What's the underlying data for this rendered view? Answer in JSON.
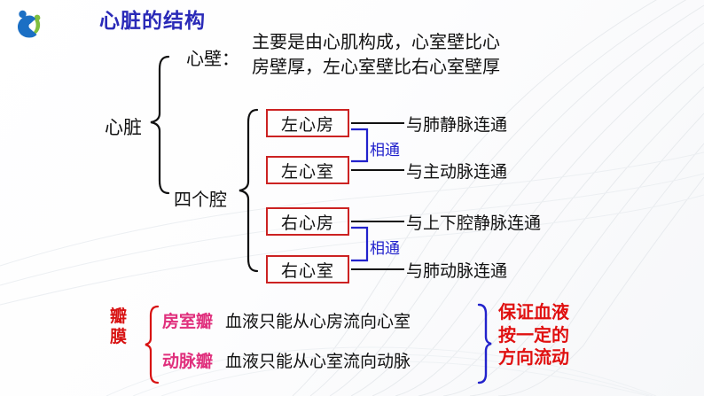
{
  "slide": {
    "title": "心脏的结构",
    "title_color": "#2a2ab8",
    "logo_name": "brand-logo"
  },
  "heart": {
    "root_label": "心脏",
    "wall": {
      "label": "心壁：",
      "description": "主要是由心肌构成，心室壁比心\n房壁厚，左心室壁比右心室壁厚"
    },
    "cavities": {
      "label": "四个腔",
      "chambers": [
        {
          "name": "左心房",
          "connection": "与肺静脉连通"
        },
        {
          "name": "左心室",
          "connection": "与主动脉连通"
        },
        {
          "name": "右心房",
          "connection": "与上下腔静脉连通"
        },
        {
          "name": "右心室",
          "connection": "与肺动脉连通"
        }
      ],
      "links": [
        {
          "label": "相通",
          "pairs": "左心房-左心室"
        },
        {
          "label": "相通",
          "pairs": "右心房-右心室"
        }
      ],
      "box_border_color": "#cc2222",
      "link_color": "#2222cc"
    }
  },
  "valves": {
    "title": "瓣\n膜",
    "title_color": "#d81212",
    "name_color": "#e0307d",
    "items": [
      {
        "name": "房室瓣",
        "description": "血液只能从心房流向心室"
      },
      {
        "name": "动脉瓣",
        "description": "血液只能从心室流向动脉"
      }
    ],
    "result": "保证血液\n按一定的\n方向流动",
    "result_color": "#e01010"
  }
}
